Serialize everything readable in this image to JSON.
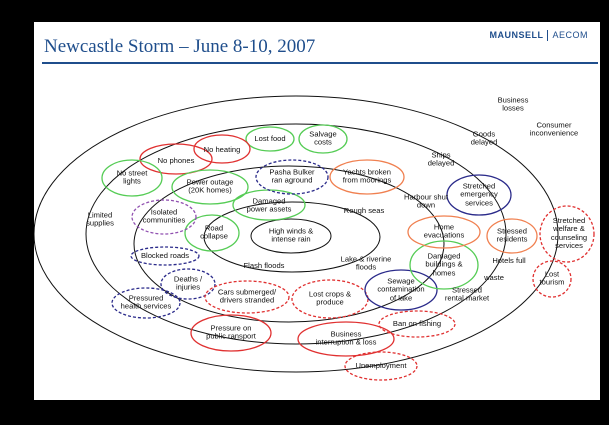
{
  "header": {
    "title": "Newcastle Storm – June 8-10, 2007",
    "logo_left": "MAUNSELL",
    "logo_right": "AECOM",
    "accent_color": "#1f4e8c"
  },
  "highlight_colors": {
    "red": "#e03030",
    "green": "#55cc55",
    "blue": "#2a2a8a",
    "orange": "#f08050",
    "purple": "#9050b0"
  },
  "labels": {
    "l1": "High winds &\nintense rain",
    "l2": "Road\ncollapse",
    "l3": "Flash floods",
    "l4": "Damaged\npower assets",
    "l5": "Rough seas",
    "l6": "Lake & riverine\nfloods",
    "l7": "Pasha Bulker\nran aground",
    "l8": "Yachts broken\nfrom moorings",
    "l9": "Salvage\ncosts",
    "l10": "Lost food",
    "l11": "No heating",
    "l12": "No phones",
    "l13": "No street\nlights",
    "l14": "Power outage\n(20K homes)",
    "l15": "Isolated\ncommunities",
    "l16": "Limited\nsupplies",
    "l17": "Blocked roads",
    "l18": "Deaths /\ninjuries",
    "l19": "Pressured\nhealth services",
    "l20": "Cars submerged/\ndrivers stranded",
    "l21": "Pressure on\npublic ransport",
    "l22": "Lost crops &\nproduce",
    "l23": "Business\ninterruption & loss",
    "l24": "Unemployment",
    "l25": "Ban on fishing",
    "l26": "Sewage\ncontamination\nof lake",
    "l27": "Stressed\nrental market",
    "l28": "Damaged\nbuildings &\nhomes",
    "l29": "Home\nevacuations",
    "l30": "Harbour shut\ndown",
    "l31": "Ships\ndelayed",
    "l32": "Goods\ndelayed",
    "l33": "Business\nlosses",
    "l34": "Consumer\ninconvenience",
    "l35": "Stretched\nemergency\nservices",
    "l36": "Stressed\nresidents",
    "l37": "Hotels full",
    "l38": "waste",
    "l39": "Lost\ntourism",
    "l40": "Stretched\nwelfare &\ncounseling\nservices"
  }
}
